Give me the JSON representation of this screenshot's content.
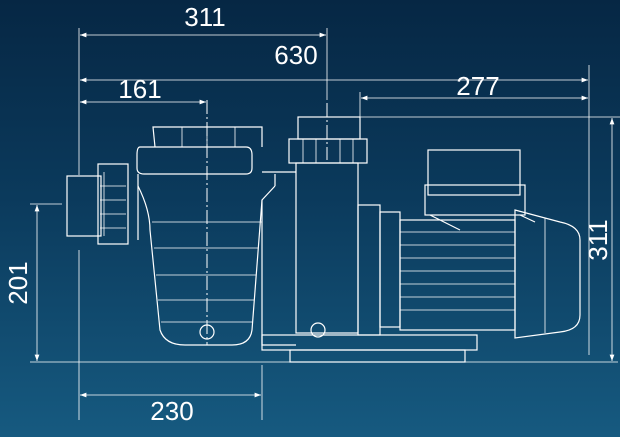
{
  "dimensions": {
    "strainer_to_outlet": "311",
    "overall_length": "630",
    "inlet_to_strainer_axis": "161",
    "outlet_to_motor_end": "277",
    "overall_height": "311",
    "inlet_height": "201",
    "base_length": "230"
  },
  "colors": {
    "background_top": "#062744",
    "background_bottom": "#165a80",
    "line": "#ffffff"
  }
}
